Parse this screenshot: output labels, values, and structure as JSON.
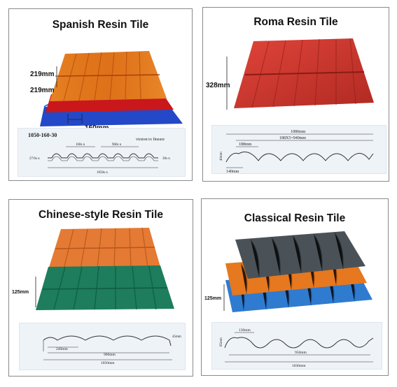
{
  "tiles": [
    {
      "title": "Spanish Resin Tile",
      "photo_dims": [
        "219mm",
        "219mm",
        "160mm"
      ],
      "drawing_labels": {
        "model": "1050-160-30",
        "note": "virsion to finsure",
        "top1": "160s n",
        "top2": "960s n",
        "left": "27/6s n",
        "right": "30s n",
        "bottom": "1050s n"
      },
      "colors": [
        "#e4471f",
        "#e0781c",
        "#c9171c",
        "#2348c8"
      ]
    },
    {
      "title": "Roma Resin Tile",
      "photo_dims": [
        "328mm"
      ],
      "drawing_labels": {
        "total": "1080mm",
        "pitch": "188X5=940mm",
        "span": "188mm",
        "height": "40mm",
        "edge": "140mm"
      },
      "colors": [
        "#c9342c"
      ]
    },
    {
      "title": "Chinese-style Resin Tile",
      "photo_dims": [
        "125mm"
      ],
      "drawing_labels": {
        "edge": "240mm",
        "middle": "960mm",
        "total": "1050mm",
        "height": "45mm"
      },
      "colors": [
        "#e57a34",
        "#1d7d5c"
      ]
    },
    {
      "title": "Classical Resin Tile",
      "photo_dims": [
        "125mm"
      ],
      "drawing_labels": {
        "span": "130mm",
        "height": "65mm",
        "middle": "950mm",
        "total": "1030mm"
      },
      "colors": [
        "#4a5258",
        "#e6781f",
        "#2f7bd0"
      ]
    }
  ]
}
